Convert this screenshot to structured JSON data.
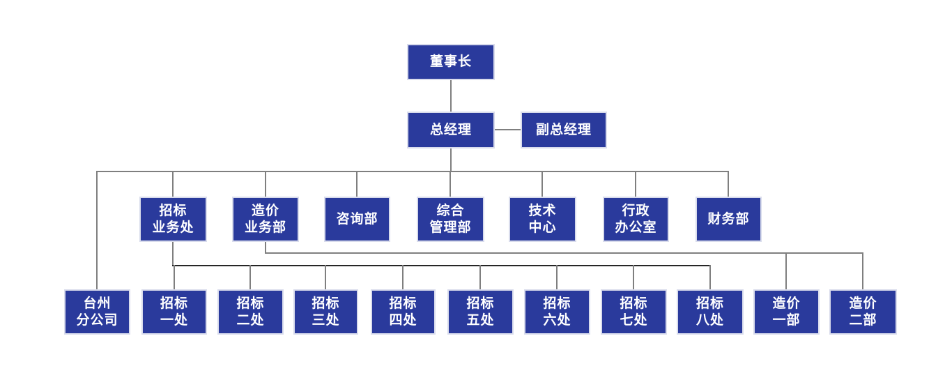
{
  "diagram": {
    "type": "org-chart",
    "background": "#ffffff",
    "node_fill": "#2a3a9c",
    "node_text_color": "#ffffff",
    "connector_color": "#7f7f7f",
    "connector_dark_color": "#262626",
    "nodes": {
      "chairman": {
        "label": "董事长",
        "parent": null
      },
      "general_manager": {
        "label": "总经理",
        "parent": "chairman"
      },
      "deputy_general_manager": {
        "label": "副总经理",
        "parent": "general_manager"
      },
      "bidding_business_office": {
        "label": "招标\n业务处",
        "parent": "general_manager"
      },
      "cost_business_dept": {
        "label": "造价\n业务部",
        "parent": "general_manager"
      },
      "consulting_dept": {
        "label": "咨询部",
        "parent": "general_manager"
      },
      "comprehensive_mgmt_dept": {
        "label": "综合\n管理部",
        "parent": "general_manager"
      },
      "technology_center": {
        "label": "技术\n中心",
        "parent": "general_manager"
      },
      "admin_office": {
        "label": "行政\n办公室",
        "parent": "general_manager"
      },
      "finance_dept": {
        "label": "财务部",
        "parent": "general_manager"
      },
      "taizhou_branch": {
        "label": "台州\n分公司",
        "parent": "general_manager"
      },
      "bidding_office_1": {
        "label": "招标\n一处",
        "parent": "bidding_business_office"
      },
      "bidding_office_2": {
        "label": "招标\n二处",
        "parent": "bidding_business_office"
      },
      "bidding_office_3": {
        "label": "招标\n三处",
        "parent": "bidding_business_office"
      },
      "bidding_office_4": {
        "label": "招标\n四处",
        "parent": "bidding_business_office"
      },
      "bidding_office_5": {
        "label": "招标\n五处",
        "parent": "bidding_business_office"
      },
      "bidding_office_6": {
        "label": "招标\n六处",
        "parent": "bidding_business_office"
      },
      "bidding_office_7": {
        "label": "招标\n七处",
        "parent": "bidding_business_office"
      },
      "bidding_office_8": {
        "label": "招标\n八处",
        "parent": "bidding_business_office"
      },
      "cost_dept_1": {
        "label": "造价\n一部",
        "parent": "cost_business_dept"
      },
      "cost_dept_2": {
        "label": "造价\n二部",
        "parent": "cost_business_dept"
      }
    }
  }
}
